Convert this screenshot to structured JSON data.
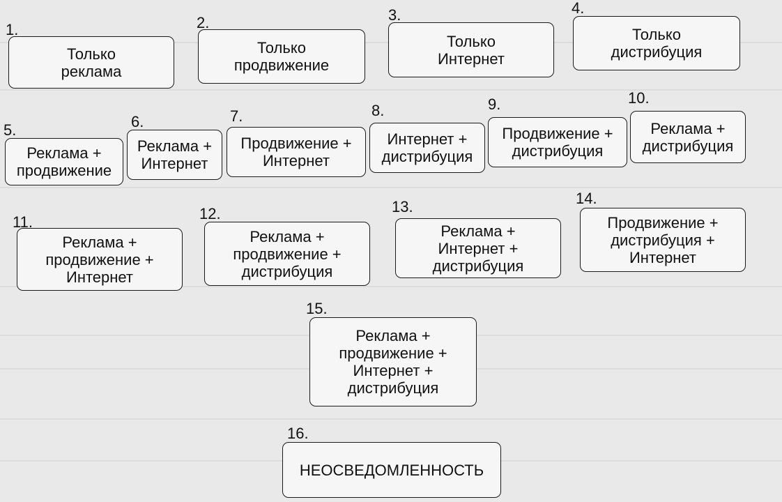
{
  "diagram": {
    "boxes": [
      {
        "number": "1.",
        "lines": [
          "Только",
          "реклама"
        ]
      },
      {
        "number": "2.",
        "lines": [
          "Только",
          "продвижение"
        ]
      },
      {
        "number": "3.",
        "lines": [
          "Только",
          "Интернет"
        ]
      },
      {
        "number": "4.",
        "lines": [
          "Только",
          "дистрибуция"
        ]
      },
      {
        "number": "5.",
        "lines": [
          "Реклама +",
          "продвижение"
        ]
      },
      {
        "number": "6.",
        "lines": [
          "Реклама +",
          "Интернет"
        ]
      },
      {
        "number": "7.",
        "lines": [
          "Продвижение +",
          "Интернет"
        ]
      },
      {
        "number": "8.",
        "lines": [
          "Интернет +",
          "дистрибуция"
        ]
      },
      {
        "number": "9.",
        "lines": [
          "Продвижение +",
          "дистрибуция"
        ]
      },
      {
        "number": "10.",
        "lines": [
          "Реклама +",
          "дистрибуция"
        ]
      },
      {
        "number": "11.",
        "lines": [
          "Реклама +",
          "продвижение +",
          "Интернет"
        ]
      },
      {
        "number": "12.",
        "lines": [
          "Реклама +",
          "продвижение +",
          "дистрибуция"
        ]
      },
      {
        "number": "13.",
        "lines": [
          "Реклама +",
          "Интернет +",
          "дистрибуция"
        ]
      },
      {
        "number": "14.",
        "lines": [
          "Продвижение +",
          "дистрибуция +",
          "Интернет"
        ]
      },
      {
        "number": "15.",
        "lines": [
          "Реклама +",
          "продвижение +",
          "Интернет +",
          "дистрибуция"
        ]
      },
      {
        "number": "16.",
        "lines": [
          "НЕОСВЕДОМЛЕННОСТЬ"
        ]
      }
    ]
  }
}
